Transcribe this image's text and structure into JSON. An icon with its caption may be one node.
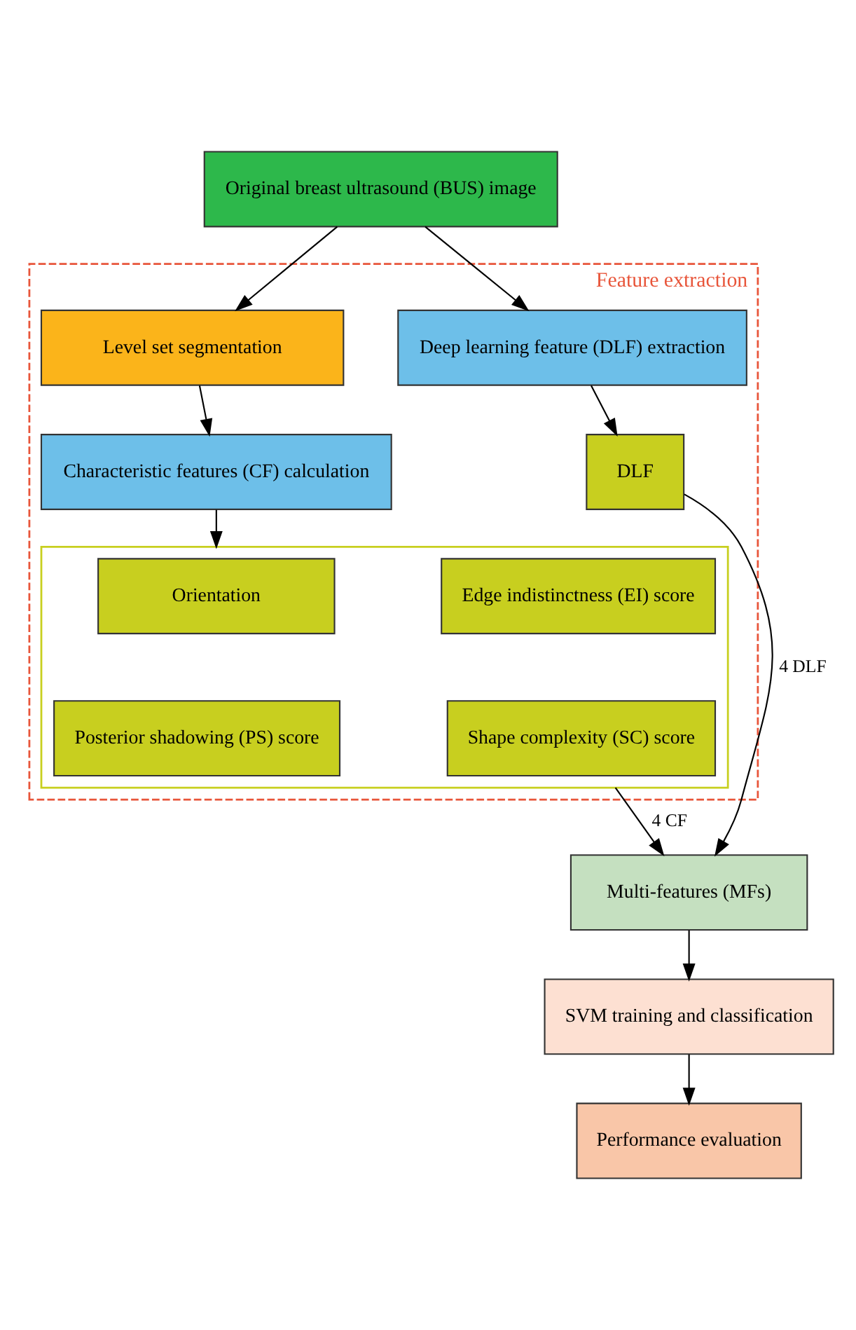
{
  "diagram": {
    "nodes": [
      {
        "text": [
          "Original breast ultrasound (BUS) image"
        ]
      },
      {
        "text": [
          "Feature extraction"
        ]
      },
      {
        "text": [
          "Level set segmentation"
        ],
        "in": 1
      },
      {
        "text": [
          "Characteristic features (CF) calculation"
        ],
        "in": 1
      },
      {
        "text": [
          "Deep learning feature (DLF) extraction"
        ],
        "in": 1
      },
      {
        "text": [],
        "shape": "box",
        "in": 1
      },
      {
        "text": [
          "Orientation"
        ],
        "in": 5
      },
      {
        "text": [
          "Edge indistinctness (EI) score"
        ],
        "in": 5
      },
      {
        "text": [
          "Posterior shadowing (PS) score"
        ],
        "in": 5
      },
      {
        "text": [
          "Shape complexity (SC) score"
        ],
        "in": 5
      },
      {
        "text": [
          "DLF"
        ],
        "in": 1
      },
      {
        "text": [
          "Multi-features (MFs)"
        ]
      },
      {
        "text": [
          "SVM training and classification"
        ]
      },
      {
        "text": [
          "Performance evaluation"
        ]
      }
    ],
    "edges": [
      {
        "from": 0,
        "to": 2,
        "arrow": "to"
      },
      {
        "from": 0,
        "to": 4,
        "arrow": "to"
      },
      {
        "from": 2,
        "to": 3,
        "arrow": "to"
      },
      {
        "from": 3,
        "to": 5,
        "arrow": "to"
      },
      {
        "from": 4,
        "to": 10,
        "arrow": "to"
      },
      {
        "from": 5,
        "to": 11,
        "arrow": "to",
        "label": "4 CF"
      },
      {
        "from": 10,
        "to": 11,
        "arrow": "to",
        "label": "4 DLF"
      },
      {
        "from": 11,
        "to": 12,
        "arrow": "to"
      },
      {
        "from": 12,
        "to": 13,
        "arrow": "to"
      }
    ]
  }
}
